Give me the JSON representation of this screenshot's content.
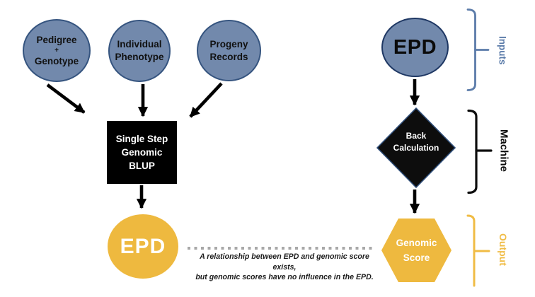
{
  "diagram": {
    "title_hint": "EPD vs Genomic Score flow diagram",
    "left_flow": {
      "pedigree_genotype": {
        "line1": "Pedigree",
        "line2": "+",
        "line3": "Genotype"
      },
      "individual_phenotype": {
        "line1": "Individual",
        "line2": "Phenotype"
      },
      "progeny_records": {
        "line1": "Progeny",
        "line2": "Records"
      },
      "machine_box": {
        "line1": "Single Step",
        "line2": "Genomic",
        "line3": "BLUP"
      },
      "output_node": {
        "label": "EPD"
      }
    },
    "right_flow": {
      "input_node": {
        "label": "EPD"
      },
      "machine_diamond": {
        "line1": "Back",
        "line2": "Calculation"
      },
      "output_hexagon": {
        "line1": "Genomic",
        "line2": "Score"
      }
    },
    "legend": {
      "inputs": "Inputs",
      "machine": "Machine",
      "output": "Output"
    },
    "note": {
      "line1": "A relationship between EPD and genomic score exists,",
      "line2": "but genomic scores have no influence in the EPD."
    },
    "colors": {
      "node_blue": "#7289ac",
      "node_blue_border": "#35547f",
      "accent_yellow": "#eeb93f",
      "machine_black": "#000000",
      "diamond_border": "#2e4d78",
      "legend_blue": "#5b7ba9",
      "legend_yellow": "#f0bc45",
      "dotted_gray": "#a8a8a8"
    }
  }
}
